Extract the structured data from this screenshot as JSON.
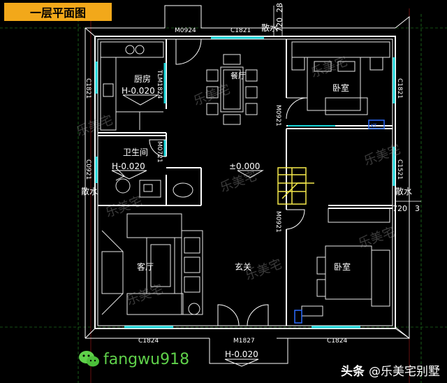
{
  "title": "一层平面图",
  "rooms": {
    "kitchen": "厨房",
    "kitchen_level": "H-0.020",
    "dining": "餐厅",
    "bedroom_ne": "卧室",
    "bathroom": "卫生间",
    "bathroom_level": "H-0.020",
    "hall_level": "±0.000",
    "living": "客厅",
    "foyer": "玄关",
    "bedroom_se": "卧室",
    "entry_level": "H-0.020"
  },
  "doors": {
    "rear": "M0924",
    "kitchen": "TLM1824",
    "bath": "M0721",
    "bed_ne": "M0921",
    "bed_se": "M0921",
    "entry": "M1827"
  },
  "windows": {
    "top": "C1821",
    "kitchen_side": "C1821",
    "bath_side": "C0921",
    "bed_ne_side": "C1821",
    "east_mid": "C1521",
    "living": "C1824",
    "bed_se": "C1824"
  },
  "annotations": {
    "drain_top": "散水",
    "drain_left": "散水",
    "drain_right": "散水",
    "dim_720_top": "720",
    "dim_28": "28",
    "dim_720_right": "720",
    "dim_3": "3",
    "ac_label": "KT"
  },
  "watermark": "乐美宅",
  "brand_handle": "fangwu918",
  "footer_source": "头条",
  "footer_author": "@乐美宅别墅",
  "colors": {
    "wall": "#ffffff",
    "window": "#19d4d8",
    "furniture": "#e8e8e8",
    "stair": "#f5e94a",
    "badge": "#f2a81a",
    "brand": "#5fd14a"
  }
}
